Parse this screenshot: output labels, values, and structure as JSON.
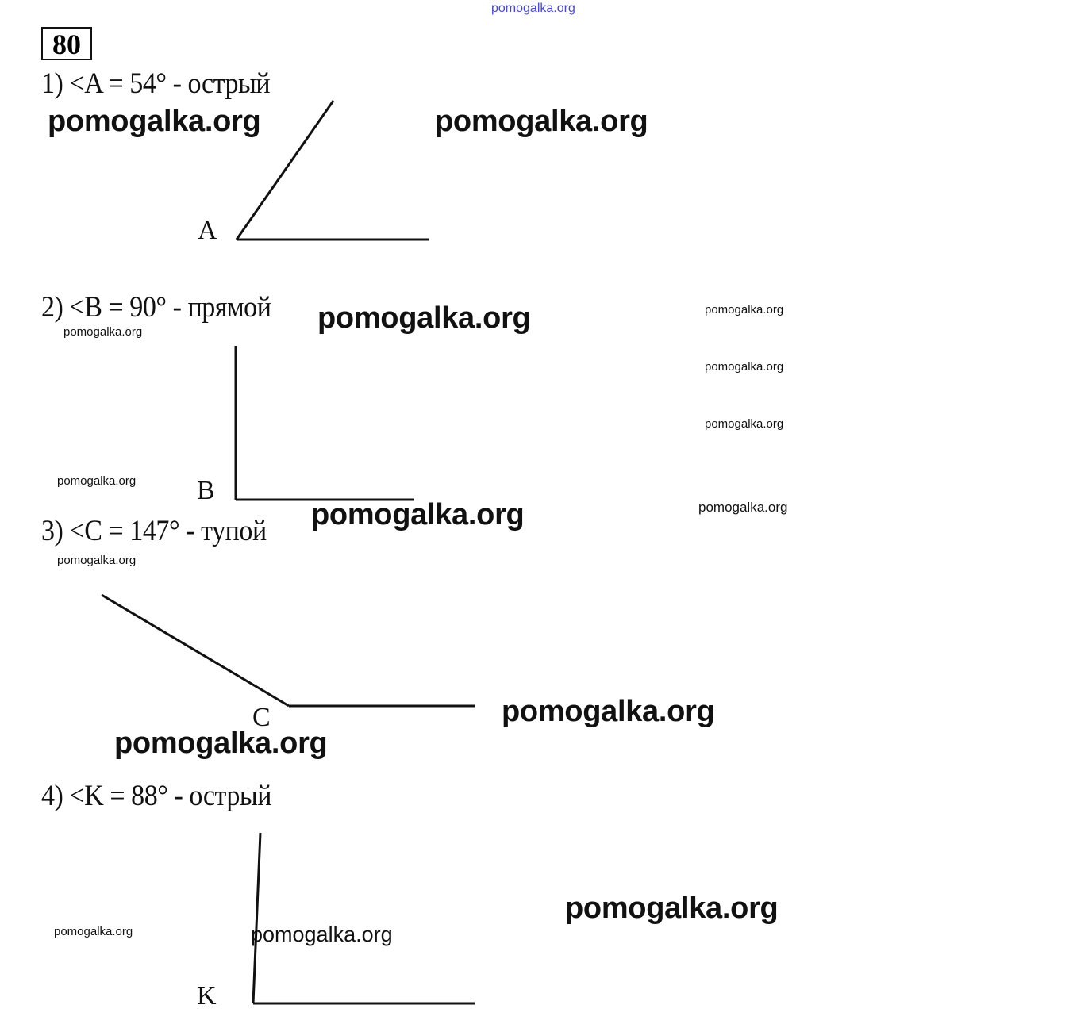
{
  "problem_number": "80",
  "items": [
    {
      "text": "1) <A = 54° - острый",
      "vertex": "A"
    },
    {
      "text": "2) <B = 90° - прямой",
      "vertex": "B"
    },
    {
      "text": "3) <C = 147° - тупой",
      "vertex": "C"
    },
    {
      "text": "4) <K = 88° - острый",
      "vertex": "K"
    }
  ],
  "watermarks": [
    "pomogalka.org",
    "pomogalka.org",
    "pomogalka.org",
    "pomogalka.org",
    "pomogalka.org",
    "pomogalka.org",
    "pomogalka.org",
    "pomogalka.org",
    "pomogalka.org",
    "pomogalka.org",
    "pomogalka.org",
    "pomogalka.org",
    "pomogalka.org",
    "pomogalka.org",
    "pomogalka.org",
    "pomogalka.org",
    "pomogalka.org"
  ],
  "colors": {
    "ink": "#111111",
    "top_watermark": "#4a4ad0"
  }
}
